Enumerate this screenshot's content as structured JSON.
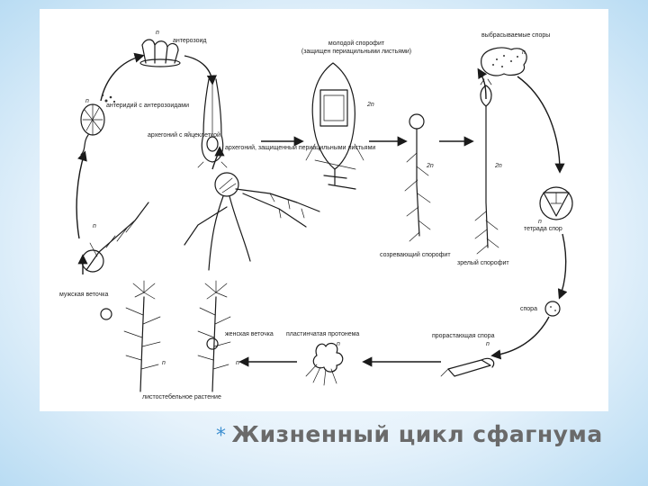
{
  "slide": {
    "title_bullet": "*",
    "title": "Жизненный цикл сфагнума"
  },
  "labels": {
    "antherozoid": "антерозоид",
    "antheridium": "антеридий с антерозоидами",
    "archegonium": "архегоний с яйцеклеткой",
    "young_sporophyte": "молодой спорофит",
    "young_sporophyte_note": "(защищен периацильными листьями)",
    "archegonium_protected": "архегоний, защищенный периацильными листьями",
    "ejected_spores": "выбрасываемые споры",
    "tetrad": "тетрада спор",
    "maturing_sporophyte": "созревающий спорофит",
    "mature_sporophyte": "зрелый спорофит",
    "spore": "спора",
    "germinating_spore": "прорастающая спора",
    "plate_protonema": "пластинчатая протонема",
    "male_branch": "мужская веточка",
    "female_branch": "женская веточка",
    "leafy_plant": "листостебельное растение"
  },
  "ploidy": {
    "n": "n",
    "two_n": "2n"
  }
}
